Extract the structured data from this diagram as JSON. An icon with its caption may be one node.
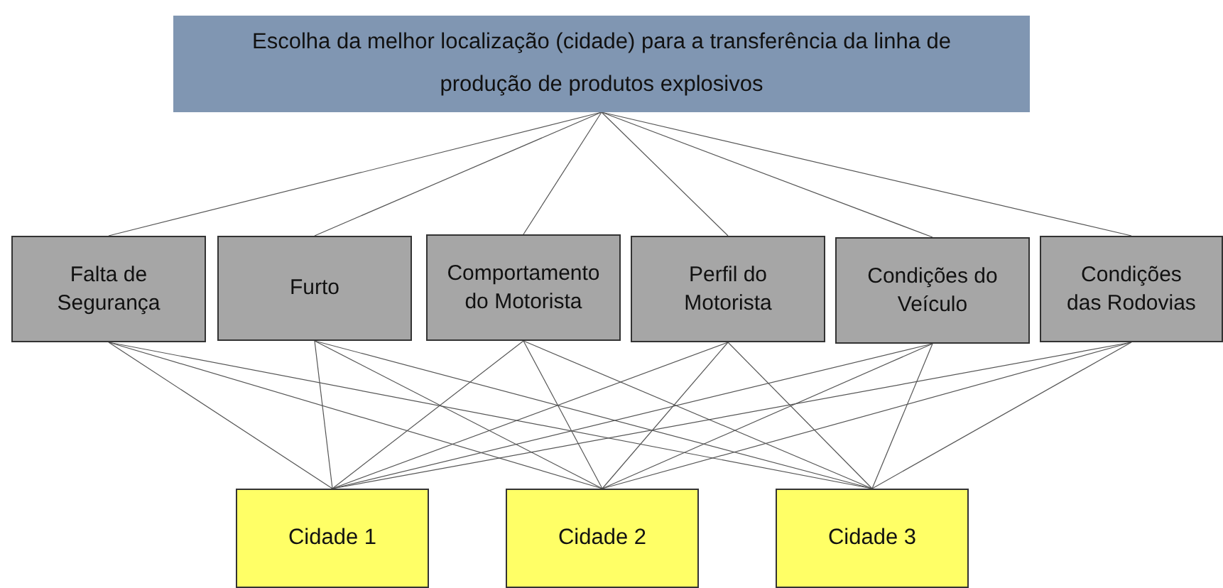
{
  "diagram": {
    "nodes": [
      {
        "text": [
          "Escolha da melhor localização (cidade) para a transferência da linha de produção de produtos explosivos"
        ]
      },
      {
        "text": [
          "Falta de Segurança"
        ]
      },
      {
        "text": [
          "Furto"
        ]
      },
      {
        "text": [
          "Comportamento do Motorista"
        ]
      },
      {
        "text": [
          "Perfil do Motorista"
        ]
      },
      {
        "text": [
          "Condições do Veículo"
        ]
      },
      {
        "text": [
          "Condições das Rodovias"
        ]
      },
      {
        "text": [
          "Cidade 1"
        ]
      },
      {
        "text": [
          "Cidade 2"
        ]
      },
      {
        "text": [
          "Cidade 3"
        ]
      }
    ],
    "edges": [
      {
        "from": 0,
        "to": 1,
        "arrow": "none"
      },
      {
        "from": 0,
        "to": 2,
        "arrow": "none"
      },
      {
        "from": 0,
        "to": 3,
        "arrow": "none"
      },
      {
        "from": 0,
        "to": 4,
        "arrow": "none"
      },
      {
        "from": 0,
        "to": 5,
        "arrow": "none"
      },
      {
        "from": 0,
        "to": 6,
        "arrow": "none"
      },
      {
        "from": 1,
        "to": 7,
        "arrow": "none"
      },
      {
        "from": 1,
        "to": 8,
        "arrow": "none"
      },
      {
        "from": 1,
        "to": 9,
        "arrow": "none"
      },
      {
        "from": 2,
        "to": 7,
        "arrow": "none"
      },
      {
        "from": 2,
        "to": 8,
        "arrow": "none"
      },
      {
        "from": 2,
        "to": 9,
        "arrow": "none"
      },
      {
        "from": 3,
        "to": 7,
        "arrow": "none"
      },
      {
        "from": 3,
        "to": 8,
        "arrow": "none"
      },
      {
        "from": 3,
        "to": 9,
        "arrow": "none"
      },
      {
        "from": 4,
        "to": 7,
        "arrow": "none"
      },
      {
        "from": 4,
        "to": 8,
        "arrow": "none"
      },
      {
        "from": 4,
        "to": 9,
        "arrow": "none"
      },
      {
        "from": 5,
        "to": 7,
        "arrow": "none"
      },
      {
        "from": 5,
        "to": 8,
        "arrow": "none"
      },
      {
        "from": 5,
        "to": 9,
        "arrow": "none"
      },
      {
        "from": 6,
        "to": 7,
        "arrow": "none"
      },
      {
        "from": 6,
        "to": 8,
        "arrow": "none"
      },
      {
        "from": 6,
        "to": 9,
        "arrow": "none"
      }
    ]
  }
}
